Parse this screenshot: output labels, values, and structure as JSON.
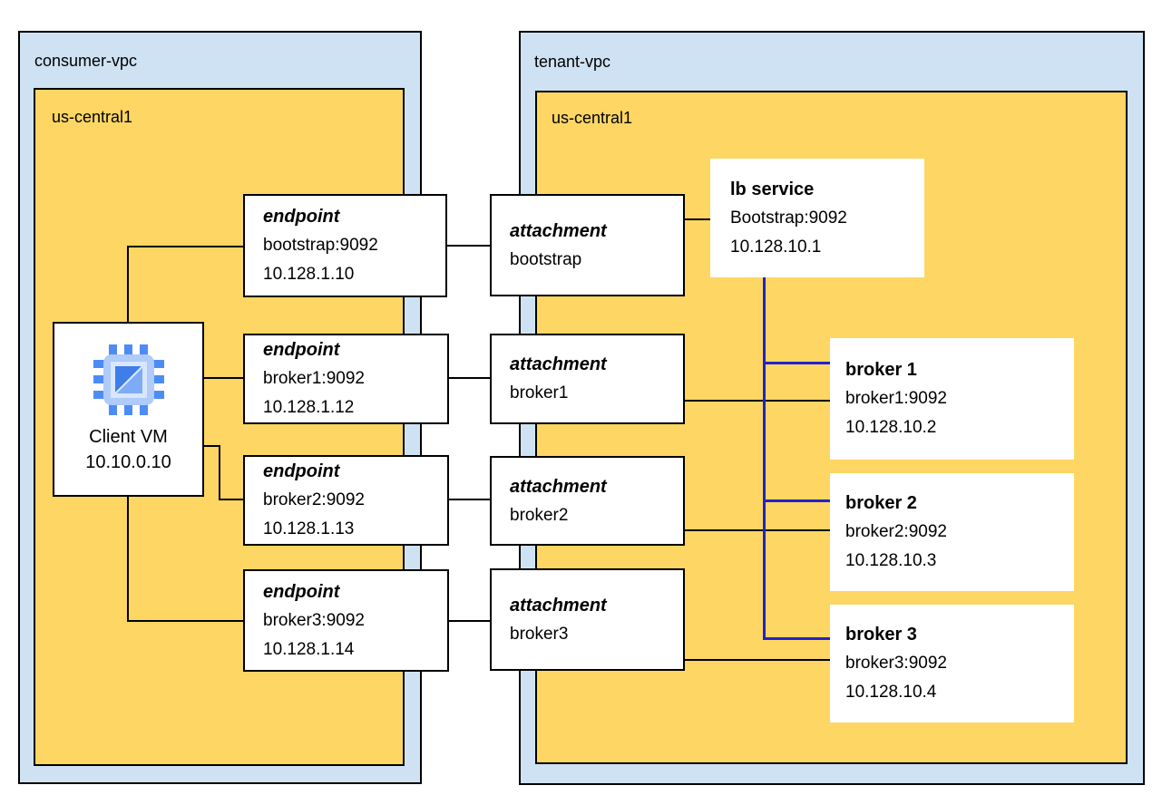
{
  "colors": {
    "vpc_fill": "#cfe2f3",
    "region_fill": "#fdd663",
    "connector_black": "#000000",
    "connector_blue": "#2222cc",
    "node_fill": "#ffffff"
  },
  "consumer_vpc": {
    "label": "consumer-vpc",
    "region_label": "us-central1"
  },
  "tenant_vpc": {
    "label": "tenant-vpc",
    "region_label": "us-central1"
  },
  "client_vm": {
    "icon": "compute-engine-cpu-icon",
    "title": "Client VM",
    "ip": "10.10.0.10"
  },
  "endpoints": [
    {
      "heading": "endpoint",
      "line1": "bootstrap:9092",
      "line2": "10.128.1.10"
    },
    {
      "heading": "endpoint",
      "line1": "broker1:9092",
      "line2": "10.128.1.12"
    },
    {
      "heading": "endpoint",
      "line1": "broker2:9092",
      "line2": "10.128.1.13"
    },
    {
      "heading": "endpoint",
      "line1": "broker3:9092",
      "line2": "10.128.1.14"
    }
  ],
  "attachments": [
    {
      "heading": "attachment",
      "name": "bootstrap"
    },
    {
      "heading": "attachment",
      "name": "broker1"
    },
    {
      "heading": "attachment",
      "name": "broker2"
    },
    {
      "heading": "attachment",
      "name": "broker3"
    }
  ],
  "lb_service": {
    "heading": "lb service",
    "line1": "Bootstrap:9092",
    "line2": "10.128.10.1"
  },
  "brokers": [
    {
      "heading": "broker 1",
      "line1": "broker1:9092",
      "line2": "10.128.10.2"
    },
    {
      "heading": "broker 2",
      "line1": "broker2:9092",
      "line2": "10.128.10.3"
    },
    {
      "heading": "broker 3",
      "line1": "broker3:9092",
      "line2": "10.128.10.4"
    }
  ]
}
